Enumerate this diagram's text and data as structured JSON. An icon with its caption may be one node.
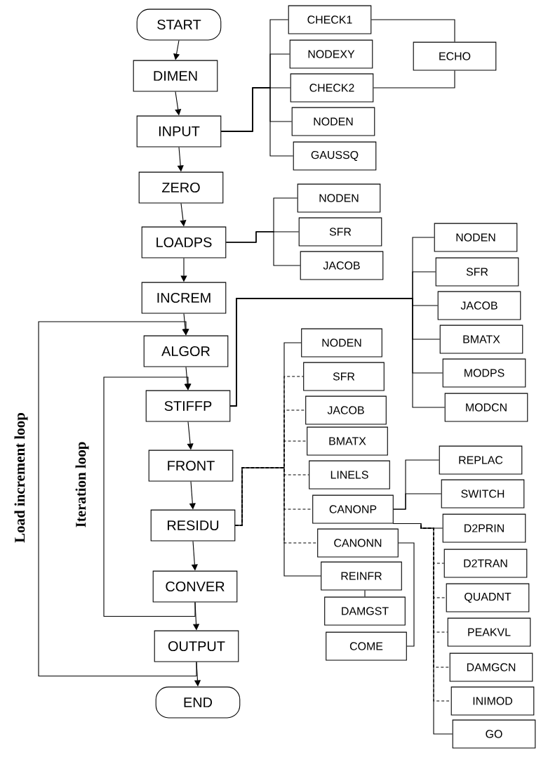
{
  "diagram": {
    "nodes": [
      {
        "text": [
          "START"
        ]
      },
      {
        "text": [
          "DIMEN"
        ]
      },
      {
        "text": [
          "INPUT"
        ]
      },
      {
        "text": [
          "ZERO"
        ]
      },
      {
        "text": [
          "LOADPS"
        ]
      },
      {
        "text": [
          "INCREM"
        ]
      },
      {
        "text": [
          "ALGOR"
        ]
      },
      {
        "text": [
          "STIFFP"
        ]
      },
      {
        "text": [
          "FRONT"
        ]
      },
      {
        "text": [
          "RESIDU"
        ]
      },
      {
        "text": [
          "CONVER"
        ]
      },
      {
        "text": [
          "OUTPUT"
        ]
      },
      {
        "text": [
          "END"
        ]
      },
      {
        "text": [
          "CHECK1"
        ]
      },
      {
        "text": [
          "NODEXY"
        ]
      },
      {
        "text": [
          "CHECK2"
        ]
      },
      {
        "text": [
          "NODEN"
        ]
      },
      {
        "text": [
          "GAUSSQ"
        ]
      },
      {
        "text": [
          "ECHO"
        ]
      },
      {
        "text": [
          "NODEN"
        ]
      },
      {
        "text": [
          "SFR"
        ]
      },
      {
        "text": [
          "JACOB"
        ]
      },
      {
        "text": [
          "NODEN"
        ]
      },
      {
        "text": [
          "SFR"
        ]
      },
      {
        "text": [
          "JACOB"
        ]
      },
      {
        "text": [
          "BMATX"
        ]
      },
      {
        "text": [
          "MODPS"
        ]
      },
      {
        "text": [
          "MODCN"
        ]
      },
      {
        "text": [
          "NODEN"
        ]
      },
      {
        "text": [
          "SFR"
        ]
      },
      {
        "text": [
          "JACOB"
        ]
      },
      {
        "text": [
          "BMATX"
        ]
      },
      {
        "text": [
          "LINELS"
        ]
      },
      {
        "text": [
          "CANONP"
        ]
      },
      {
        "text": [
          "CANONN"
        ]
      },
      {
        "text": [
          "REINFR"
        ]
      },
      {
        "text": [
          "DAMGST"
        ]
      },
      {
        "text": [
          "COME"
        ]
      },
      {
        "text": [
          "REPLAC"
        ]
      },
      {
        "text": [
          "SWITCH"
        ]
      },
      {
        "text": [
          "D2PRIN"
        ]
      },
      {
        "text": [
          "D2TRAN"
        ]
      },
      {
        "text": [
          "QUADNT"
        ]
      },
      {
        "text": [
          "PEAKVL"
        ]
      },
      {
        "text": [
          "DAMGCN"
        ]
      },
      {
        "text": [
          "INIMOD"
        ]
      },
      {
        "text": [
          "GO"
        ]
      }
    ],
    "edges": [
      {
        "from": 0,
        "to": 1,
        "arrow": "to"
      },
      {
        "from": 1,
        "to": 2,
        "arrow": "to"
      },
      {
        "from": 2,
        "to": 3,
        "arrow": "to"
      },
      {
        "from": 3,
        "to": 4,
        "arrow": "to"
      },
      {
        "from": 4,
        "to": 5,
        "arrow": "to"
      },
      {
        "from": 5,
        "to": 6,
        "arrow": "to"
      },
      {
        "from": 6,
        "to": 7,
        "arrow": "to"
      },
      {
        "from": 7,
        "to": 8,
        "arrow": "to"
      },
      {
        "from": 8,
        "to": 9,
        "arrow": "to"
      },
      {
        "from": 9,
        "to": 10,
        "arrow": "to"
      },
      {
        "from": 10,
        "to": 11,
        "arrow": "to"
      },
      {
        "from": 11,
        "to": 12,
        "arrow": "to"
      },
      {
        "from": 10,
        "to": 7,
        "arrow": "to"
      },
      {
        "from": 11,
        "to": 6,
        "arrow": "to"
      },
      {
        "from": 2,
        "to": 13,
        "arrow": "none"
      },
      {
        "from": 2,
        "to": 14,
        "arrow": "none"
      },
      {
        "from": 2,
        "to": 15,
        "arrow": "none"
      },
      {
        "from": 2,
        "to": 16,
        "arrow": "none"
      },
      {
        "from": 2,
        "to": 17,
        "arrow": "none"
      },
      {
        "from": 13,
        "to": 18,
        "arrow": "none"
      },
      {
        "from": 15,
        "to": 18,
        "arrow": "none"
      },
      {
        "from": 4,
        "to": 19,
        "arrow": "none"
      },
      {
        "from": 4,
        "to": 20,
        "arrow": "none"
      },
      {
        "from": 4,
        "to": 21,
        "arrow": "none"
      },
      {
        "from": 7,
        "to": 22,
        "arrow": "none"
      },
      {
        "from": 7,
        "to": 23,
        "arrow": "none"
      },
      {
        "from": 7,
        "to": 24,
        "arrow": "none"
      },
      {
        "from": 7,
        "to": 25,
        "arrow": "none"
      },
      {
        "from": 7,
        "to": 26,
        "arrow": "none"
      },
      {
        "from": 7,
        "to": 27,
        "arrow": "none"
      },
      {
        "from": 9,
        "to": 28,
        "arrow": "none"
      },
      {
        "from": 9,
        "to": 29,
        "arrow": "none",
        "style": "dashed"
      },
      {
        "from": 9,
        "to": 30,
        "arrow": "none",
        "style": "dashed"
      },
      {
        "from": 9,
        "to": 31,
        "arrow": "none",
        "style": "dashed"
      },
      {
        "from": 9,
        "to": 32,
        "arrow": "none",
        "style": "dashed"
      },
      {
        "from": 9,
        "to": 33,
        "arrow": "none",
        "style": "dashed"
      },
      {
        "from": 9,
        "to": 34,
        "arrow": "none",
        "style": "dashed"
      },
      {
        "from": 9,
        "to": 35,
        "arrow": "none"
      },
      {
        "from": 35,
        "to": 36,
        "arrow": "none"
      },
      {
        "from": 34,
        "to": 37,
        "arrow": "none"
      },
      {
        "from": 33,
        "to": 38,
        "arrow": "none"
      },
      {
        "from": 33,
        "to": 39,
        "arrow": "none"
      },
      {
        "from": 33,
        "to": 40,
        "arrow": "none"
      },
      {
        "from": 33,
        "to": 41,
        "arrow": "none",
        "style": "dashed"
      },
      {
        "from": 33,
        "to": 42,
        "arrow": "none",
        "style": "dashed"
      },
      {
        "from": 33,
        "to": 43,
        "arrow": "none",
        "style": "dashed"
      },
      {
        "from": 33,
        "to": 44,
        "arrow": "none",
        "style": "dashed"
      },
      {
        "from": 33,
        "to": 45,
        "arrow": "none",
        "style": "dashed"
      },
      {
        "from": 33,
        "to": 46,
        "arrow": "none"
      }
    ],
    "labels": [
      "Load increment loop",
      "Iteration loop"
    ]
  }
}
